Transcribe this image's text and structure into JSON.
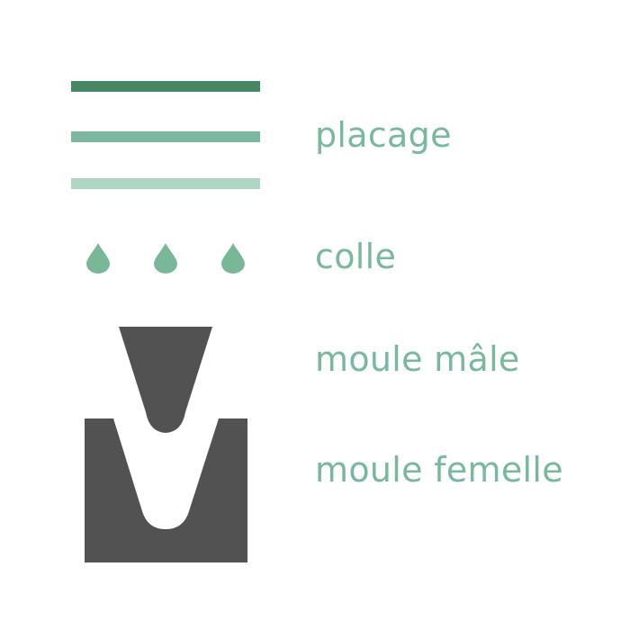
{
  "labels": {
    "veneer": "placage",
    "glue": "colle",
    "male_mold": "moule mâle",
    "female_mold": "moule femelle"
  },
  "colors": {
    "veneer_dark": "#478766",
    "veneer_medium": "#7ab89f",
    "veneer_light": "#aed6c2",
    "glue": "#78b899",
    "mold": "#525252",
    "label": "#78b89c",
    "background": "#ffffff"
  },
  "icons": {
    "glue": "droplet-icon",
    "male_mold": "male-mold-wedge",
    "female_mold": "female-mold-block"
  }
}
